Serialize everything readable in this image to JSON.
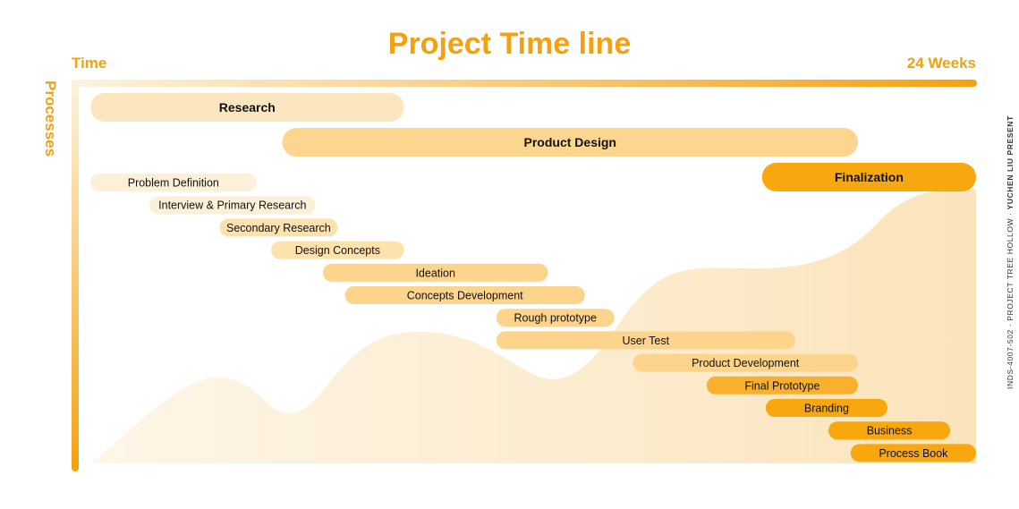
{
  "header": {
    "title": "Project Time line",
    "time_label": "Time",
    "weeks_label": "24 Weeks",
    "processes_label": "Processes"
  },
  "credit": {
    "prefix": "INDS-4007-502 · PROJECT TREE HOLLOW · ",
    "author": "YUCHEN LIU PRESENT"
  },
  "colors": {
    "accent": "#f5a10f",
    "phase_light": "#fbe6c0",
    "phase_mid": "#fcd68f",
    "phase_strong": "#f8a70f",
    "task_pale": "#fdf0d8",
    "task_light": "#fde2ad",
    "task_mid": "#fcd48c",
    "task_strong": "#f8b02e",
    "task_deep": "#f8a70f",
    "wave": "#fbe8c4"
  },
  "chart_data": {
    "type": "gantt",
    "title": "Project Time line",
    "xlabel_start": "Time",
    "xlabel_end": "24 Weeks",
    "ylabel": "Processes",
    "xlim": [
      0,
      24
    ],
    "phases": [
      {
        "label": "Research",
        "start": 0,
        "end": 8.5,
        "tone": "phase_light"
      },
      {
        "label": "Product Design",
        "start": 5.2,
        "end": 20.8,
        "tone": "phase_mid"
      },
      {
        "label": "Finalization",
        "start": 18.2,
        "end": 24,
        "tone": "phase_strong"
      }
    ],
    "tasks": [
      {
        "label": "Problem Definition",
        "start": 0,
        "end": 4.5,
        "tone": "task_pale"
      },
      {
        "label": "Interview & Primary Research",
        "start": 1.6,
        "end": 6.1,
        "tone": "task_pale"
      },
      {
        "label": "Secondary Research",
        "start": 3.5,
        "end": 6.7,
        "tone": "task_light"
      },
      {
        "label": "Design Concepts",
        "start": 4.9,
        "end": 8.5,
        "tone": "task_light"
      },
      {
        "label": "Ideation",
        "start": 6.3,
        "end": 12.4,
        "tone": "task_mid"
      },
      {
        "label": "Concepts Development",
        "start": 6.9,
        "end": 13.4,
        "tone": "task_mid"
      },
      {
        "label": "Rough prototype",
        "start": 11.0,
        "end": 14.2,
        "tone": "task_mid"
      },
      {
        "label": "User Test",
        "start": 11.0,
        "end": 19.1,
        "tone": "task_mid"
      },
      {
        "label": "Product Development",
        "start": 14.7,
        "end": 20.8,
        "tone": "task_mid"
      },
      {
        "label": "Final Prototype",
        "start": 16.7,
        "end": 20.8,
        "tone": "task_strong"
      },
      {
        "label": "Branding",
        "start": 18.3,
        "end": 21.6,
        "tone": "task_deep"
      },
      {
        "label": "Business",
        "start": 20.0,
        "end": 23.3,
        "tone": "task_deep"
      },
      {
        "label": "Process Book",
        "start": 20.6,
        "end": 24,
        "tone": "task_deep"
      }
    ]
  }
}
